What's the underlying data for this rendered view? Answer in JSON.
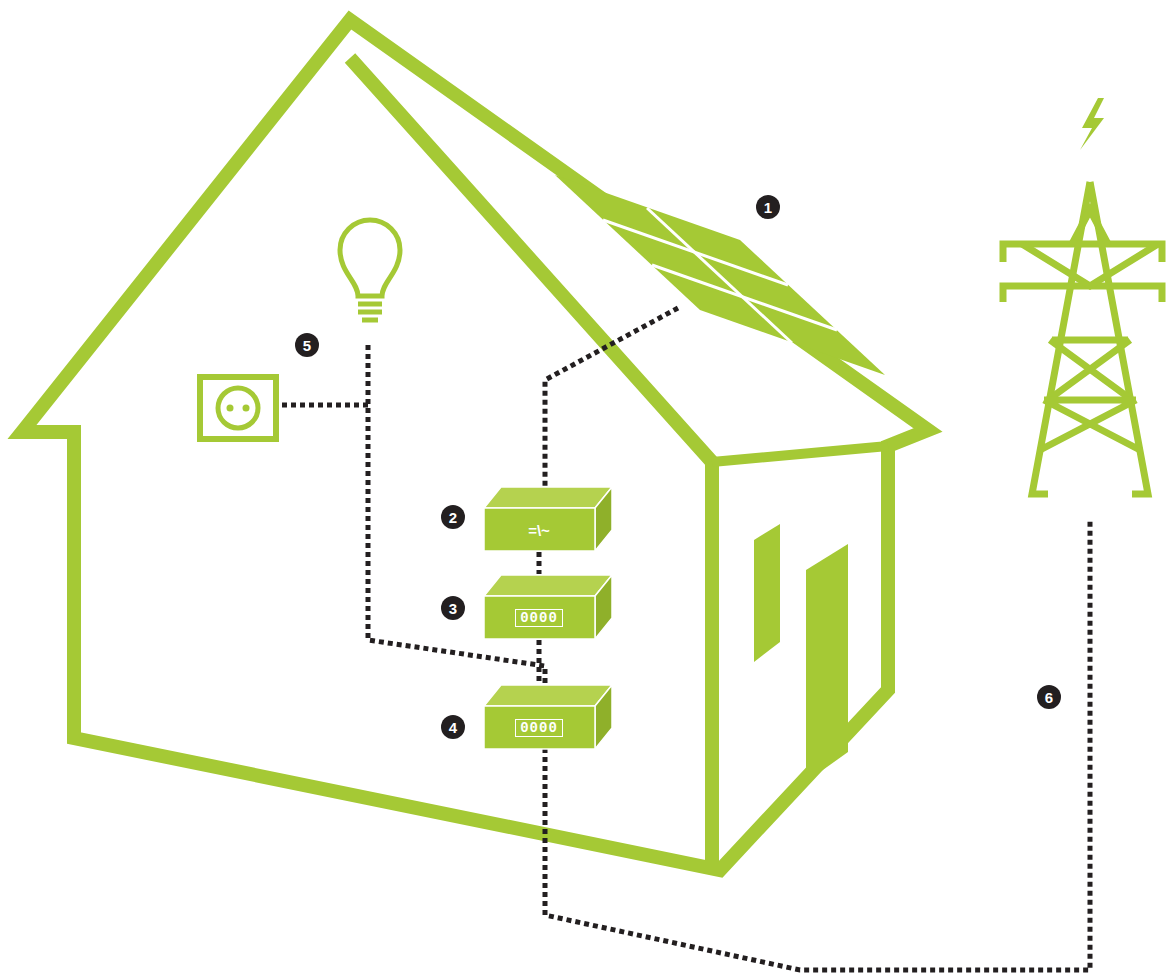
{
  "diagram": {
    "nodes": [
      {
        "text": [
          "=\\~"
        ]
      },
      {
        "text": [
          "0000"
        ]
      },
      {
        "text": [
          "0000"
        ]
      }
    ],
    "edges": [
      {
        "from": 0,
        "to": 1,
        "arrow": "none"
      },
      {
        "from": 1,
        "to": 2,
        "arrow": "none"
      }
    ],
    "labels": [
      "1",
      "2",
      "3",
      "4",
      "5",
      "6"
    ]
  }
}
